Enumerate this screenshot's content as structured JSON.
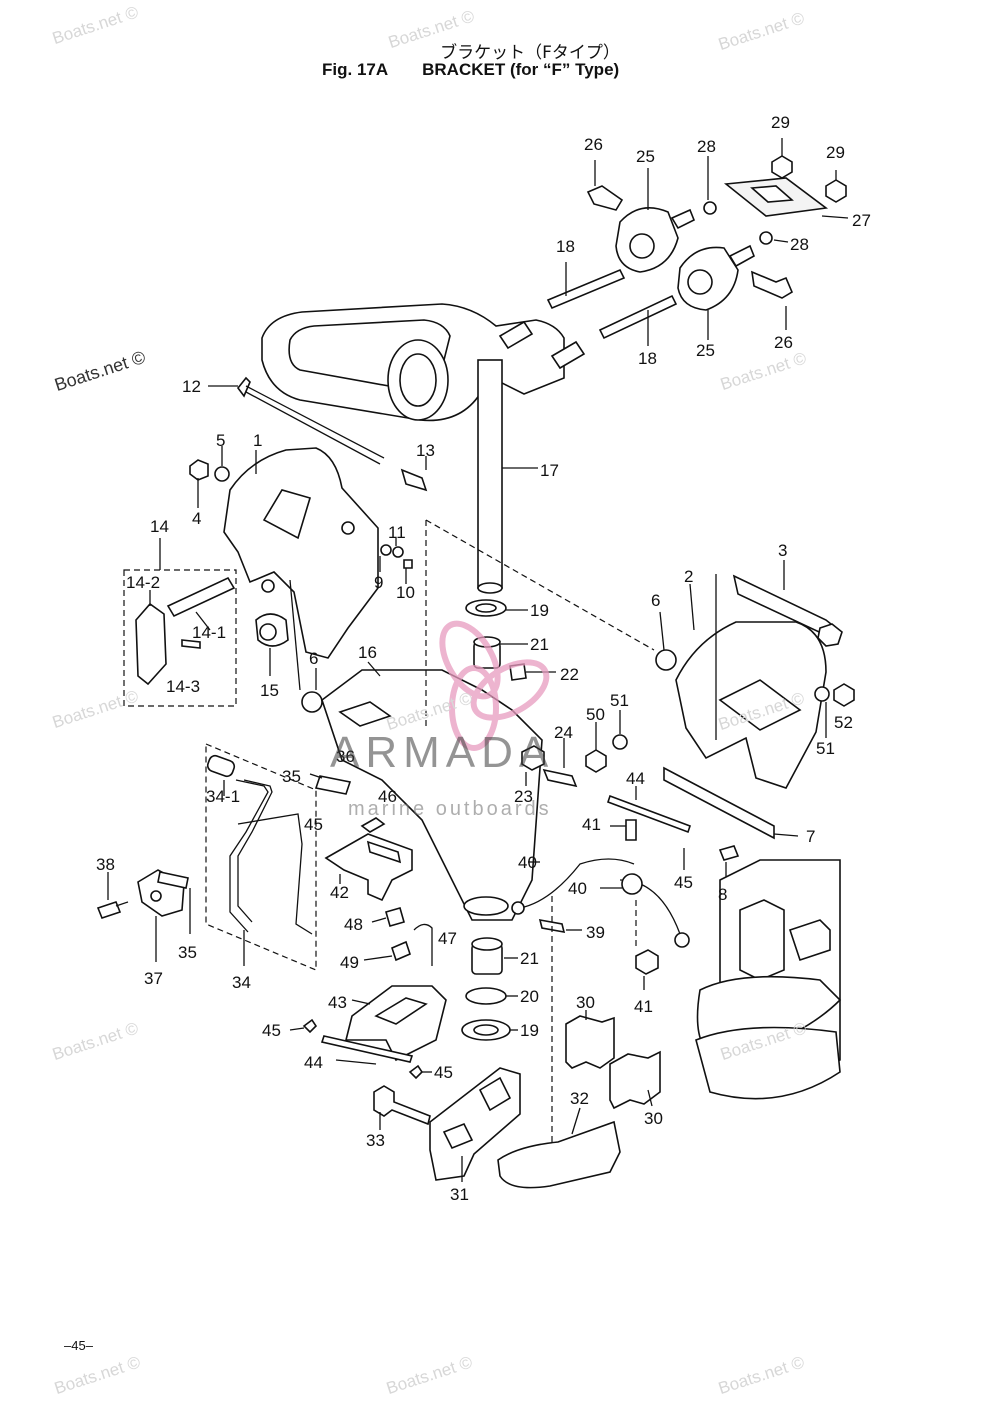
{
  "header": {
    "japanese_title": "ブラケット（Fタイプ）",
    "figure_number": "Fig. 17A",
    "figure_name": "BRACKET (for “F” Type)"
  },
  "watermarks": [
    "Boats.net ©",
    "Boats.net ©",
    "Boats.net ©",
    "Boats.net ©",
    "Boats.net ©",
    "Boats.net ©",
    "Boats.net ©",
    "Boats.net ©",
    "Boats.net ©",
    "Boats.net ©",
    "Boats.net ©",
    "Boats.net ©",
    "Boats.net ©"
  ],
  "overlay_brand": {
    "name": "ARMADA",
    "tagline": "marine outboards",
    "logo_color": "#e89bbf"
  },
  "page_number": "–45–",
  "callouts": [
    "1",
    "2",
    "3",
    "4",
    "5",
    "6",
    "6",
    "7",
    "8",
    "9",
    "10",
    "11",
    "12",
    "13",
    "14",
    "14-1",
    "14-2",
    "14-3",
    "15",
    "16",
    "17",
    "18",
    "18",
    "19",
    "19",
    "20",
    "21",
    "21",
    "22",
    "23",
    "24",
    "25",
    "25",
    "26",
    "26",
    "27",
    "28",
    "28",
    "29",
    "29",
    "30",
    "30",
    "31",
    "32",
    "33",
    "34",
    "34-1",
    "35",
    "35",
    "36",
    "37",
    "38",
    "39",
    "40",
    "40",
    "41",
    "41",
    "42",
    "43",
    "44",
    "44",
    "45",
    "45",
    "45",
    "45",
    "46",
    "47",
    "48",
    "49",
    "50",
    "51",
    "51",
    "52"
  ]
}
